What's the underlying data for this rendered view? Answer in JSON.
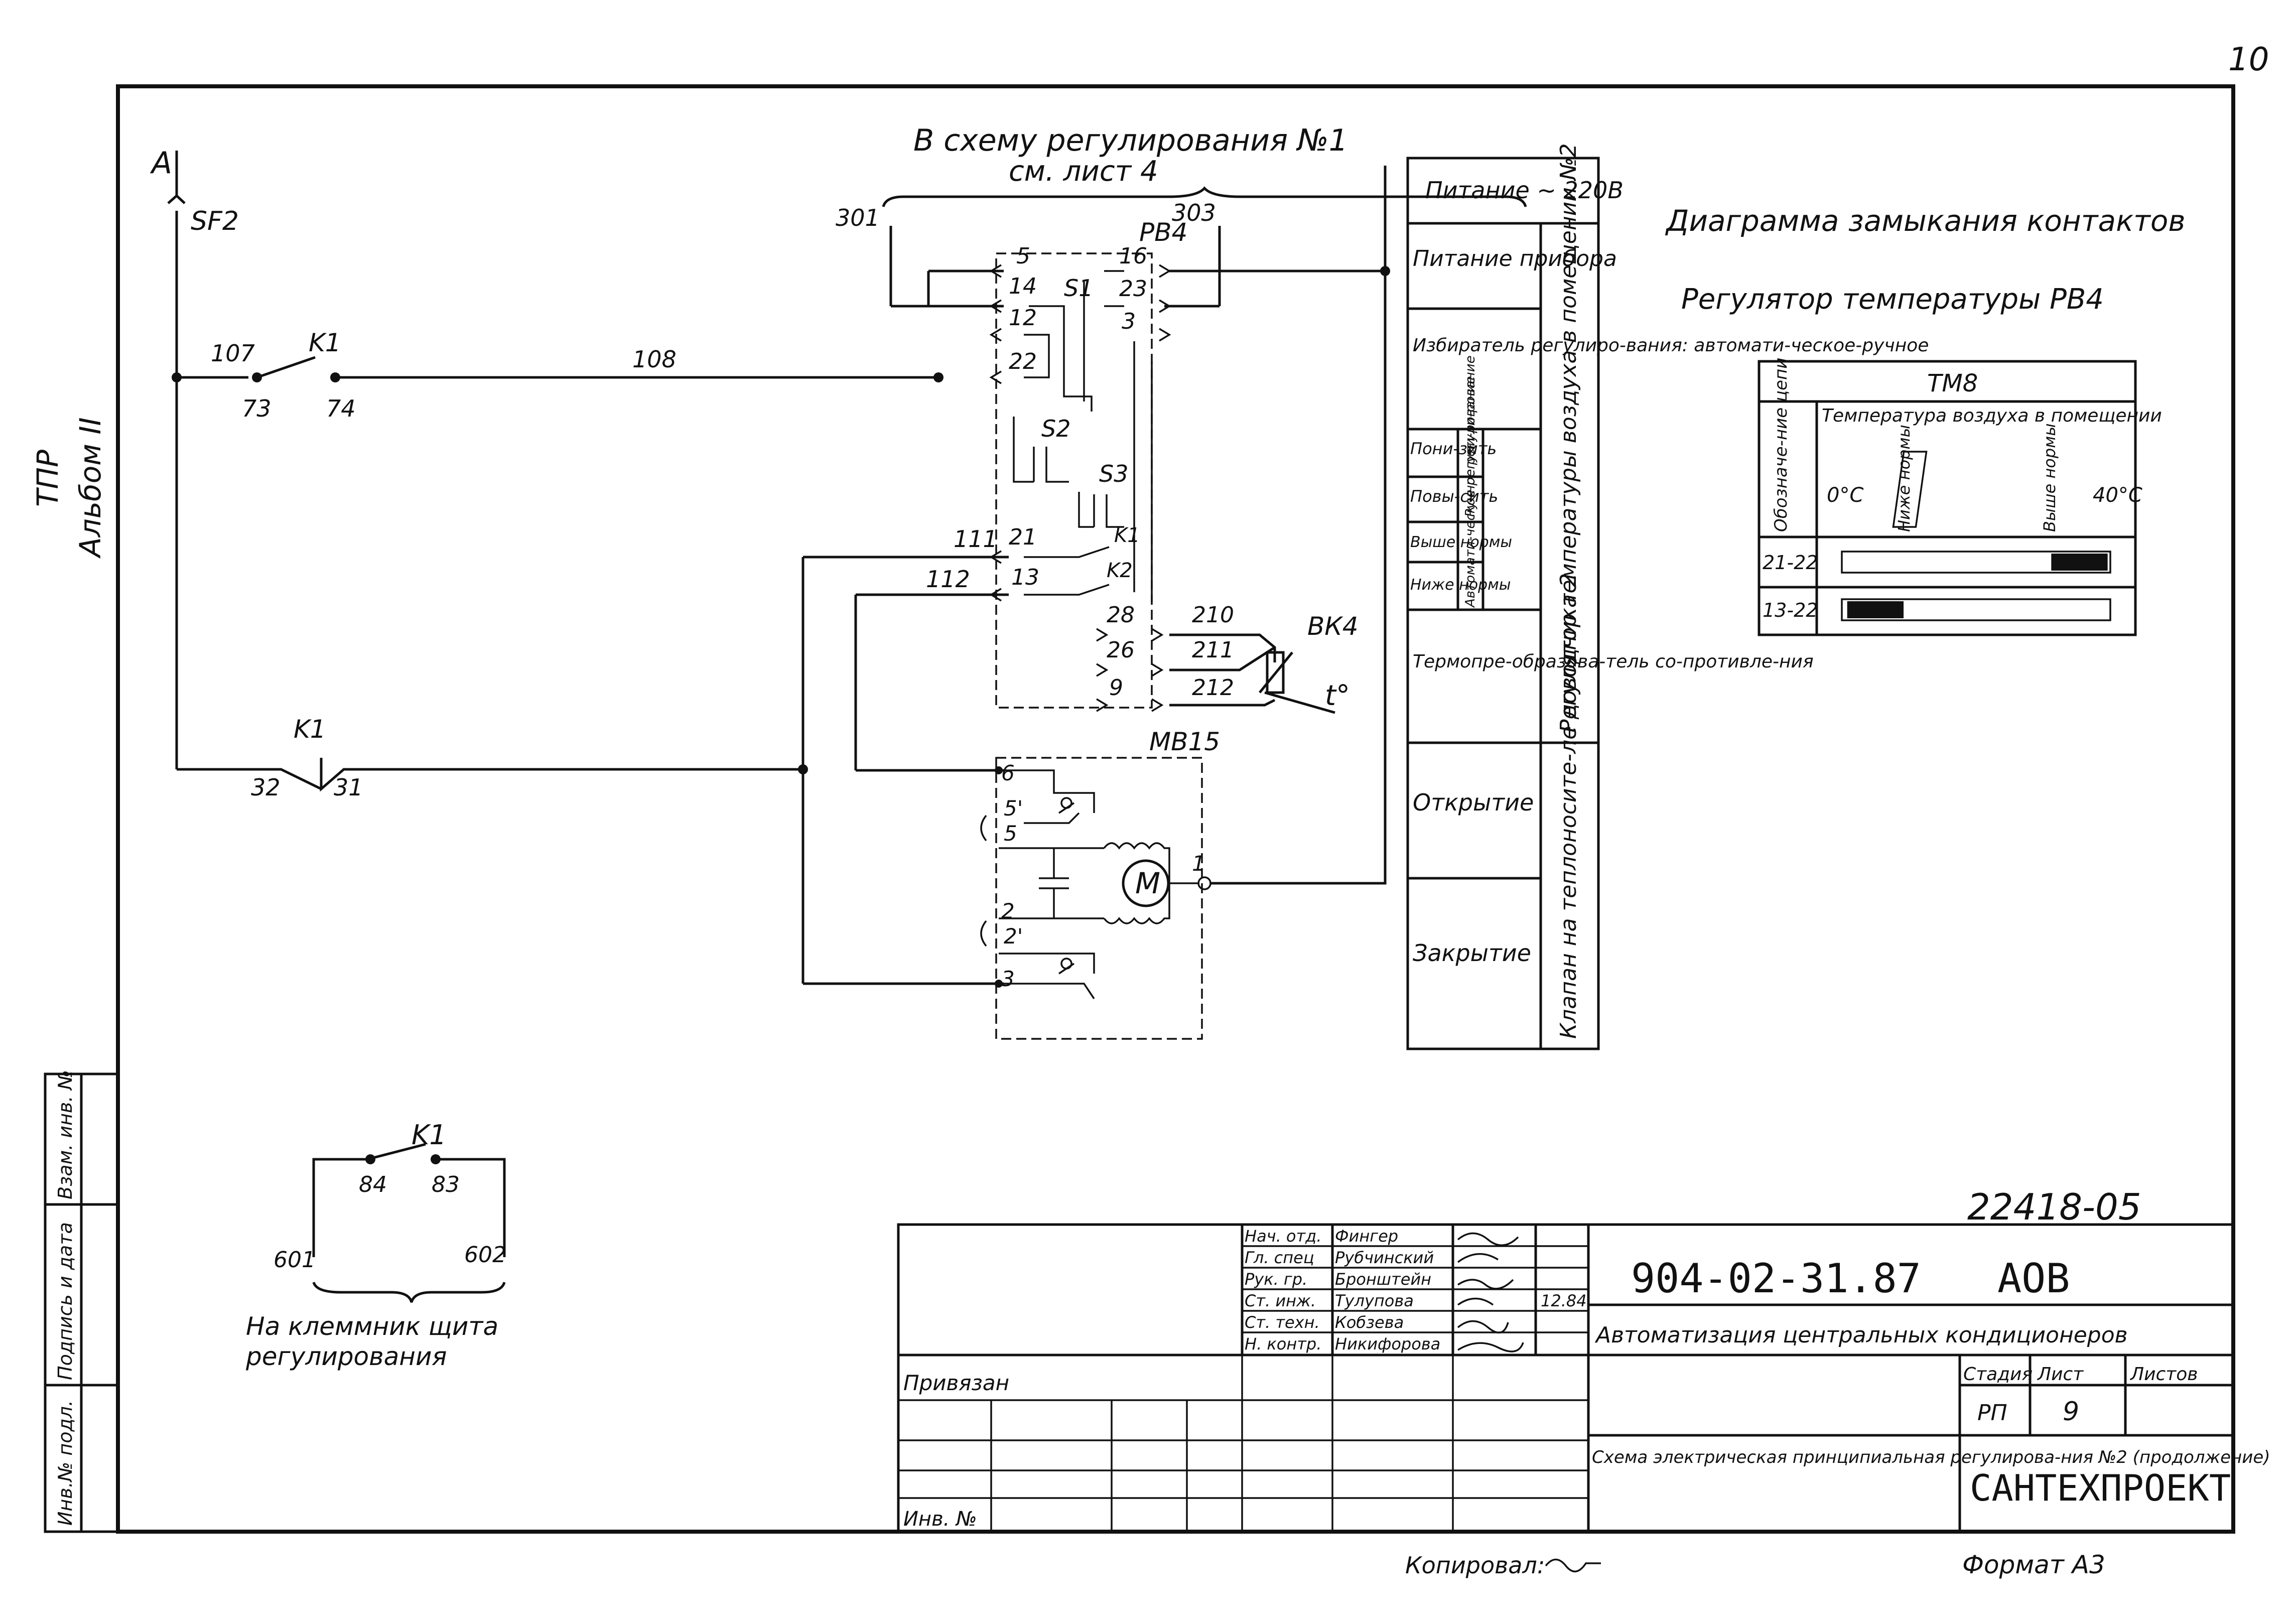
{
  "page_number": "10",
  "side_label": {
    "line1": "ТПР",
    "line2": "Альбом II"
  },
  "feed": {
    "node": "A",
    "breaker": "SF2"
  },
  "top_caption": {
    "line1": "В схему регулирования №1",
    "line2": "см. лист 4"
  },
  "wires": {
    "w107": "107",
    "w108": "108",
    "w111": "111",
    "w112": "112",
    "w301": "301",
    "w303": "303"
  },
  "relay_k1": {
    "label": "K1",
    "t73": "73",
    "t74": "74",
    "label2": "K1",
    "t32": "32",
    "t31": "31"
  },
  "regulator": {
    "label": "РВ4",
    "terminals": [
      "5",
      "16",
      "14",
      "23",
      "12",
      "3",
      "22",
      "21",
      "13",
      "28",
      "26",
      "9"
    ],
    "switches": [
      "S1",
      "S2",
      "S3",
      "K1",
      "K2"
    ]
  },
  "sensor": {
    "label": "ВК4",
    "t210": "210",
    "t211": "211",
    "t212": "212",
    "temp": "t°"
  },
  "actuator": {
    "label": "МВ15",
    "terminals": [
      "6",
      "5'",
      "5",
      "2",
      "2'",
      "3",
      "1"
    ],
    "motor": "M"
  },
  "side_table": {
    "power_title": "Питание ~ 220В",
    "rows": [
      "Питание прибора",
      "Избиратель регулиро-вания: автомати-ческое-ручное",
      "Пони-зить",
      "Повы-сить",
      "Выше нормы",
      "Ниже нормы",
      "Термопре-образова-тель со-противле-ния",
      "Открытие",
      "Закрытие"
    ],
    "manual_label": "Ручное регули-рование",
    "auto_label": "Автомати-ческое регули-рование",
    "group_regulator": "Регулятор температуры воздуха в помещении №2",
    "group_valve": "Клапан на теплоносите-ле доводчика 2"
  },
  "diagram_title": "Диаграмма замыкания контактов",
  "diagram_subtitle": "Регулятор температуры РВ4",
  "contact_table": {
    "header": "ТМ8",
    "col_circuit": "Обозначе-ние цепи",
    "col_temp": "Температура воздуха в помещении",
    "t_min": "0°C",
    "t_below": "Ниже нормы",
    "t_above": "Выше нормы",
    "t_max": "40°C",
    "rows": [
      {
        "circuit": "21-22",
        "closed_from": 0.78,
        "closed_to": 0.99
      },
      {
        "circuit": "13-22",
        "closed_from": 0.02,
        "closed_to": 0.23
      }
    ]
  },
  "terminal_block": {
    "relay": "K1",
    "t84": "84",
    "t83": "83",
    "w601": "601",
    "w602": "602",
    "caption1": "На клеммник щита",
    "caption2": "регулирования"
  },
  "left_stamp": [
    "Инв.№ подл.",
    "Подпись и дата",
    "Взам. инв. №"
  ],
  "title_block": {
    "drawing_no": "22418-05",
    "code": "904-02-31.87",
    "code_suffix": "АОВ",
    "project": "Автоматизация центральных кондиционеров",
    "roles": [
      "Нач. отд.",
      "Гл. спец",
      "Рук. гр.",
      "Ст. инж.",
      "Ст. техн.",
      "Н. контр."
    ],
    "names": [
      "Фингер",
      "Рубчинский",
      "Бронштейн",
      "Тулупова",
      "Кобзева",
      "Никифорова"
    ],
    "date": "12.84",
    "stage_label": "Стадия",
    "sheet_label": "Лист",
    "sheets_label": "Листов",
    "stage": "РП",
    "sheet": "9",
    "sheet_title": "Схема электрическая принципиальная регулирова-ния №2 (продолжение)",
    "org": "САНТЕХПРОЕКТ",
    "linked": "Привязан",
    "inv": "Инв. №"
  },
  "copied": "Копировал:",
  "format": "Формат А3"
}
